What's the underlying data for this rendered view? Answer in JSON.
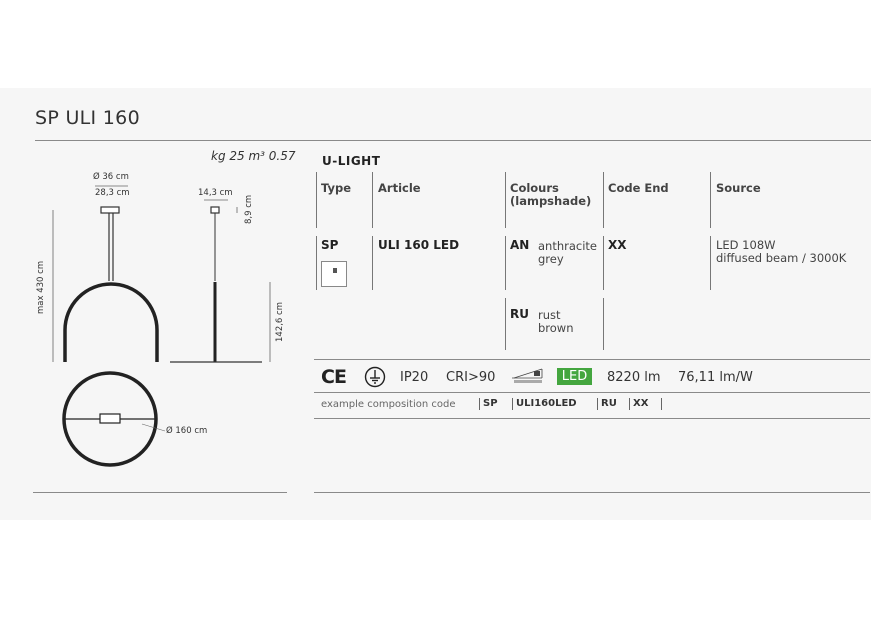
{
  "product": {
    "title": "SP ULI 160",
    "weight": "kg 25 m³ 0.57"
  },
  "drawing": {
    "dim_canopy_diameter": "Ø 36 cm",
    "dim_canopy_width": "28,3 cm",
    "dim_side_width": "14,3 cm",
    "dim_canopy_height": "8,9 cm",
    "dim_max_height": "max 430 cm",
    "dim_shade_height": "142,6 cm",
    "dim_diameter": "Ø 160 cm"
  },
  "table": {
    "family": "U-LIGHT",
    "headers": {
      "type": "Type",
      "article": "Article",
      "colours": "Colours",
      "colours_sub": "(lampshade)",
      "code_end": "Code End",
      "source": "Source"
    },
    "row": {
      "type": "SP",
      "article": "ULI 160 LED",
      "code_end": "XX",
      "source_line1": "LED 108W",
      "source_line2": "diffused beam / 3000K"
    },
    "colours": [
      {
        "code": "AN",
        "line1": "anthracite",
        "line2": "grey"
      },
      {
        "code": "RU",
        "line1": "rust",
        "line2": "brown"
      }
    ]
  },
  "specs": {
    "ce": "CE",
    "ip": "IP20",
    "cri": "CRI>90",
    "led": "LED",
    "lumen": "8220 lm",
    "efficacy": "76,11 lm/W",
    "led_color": "#44a63f"
  },
  "composition": {
    "label": "example composition code",
    "parts": [
      "SP",
      "ULI160LED",
      "RU",
      "XX"
    ]
  }
}
